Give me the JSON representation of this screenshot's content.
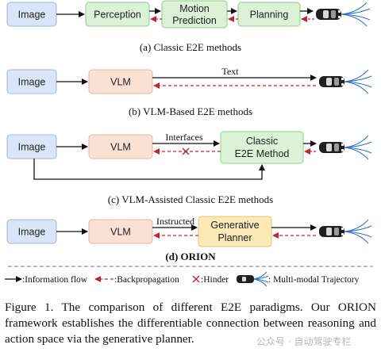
{
  "panel_a": {
    "image": "Image",
    "perception": "Perception",
    "motion_line1": "Motion",
    "motion_line2": "Prediction",
    "planning": "Planning",
    "caption": "(a) Classic E2E methods"
  },
  "panel_b": {
    "image": "Image",
    "vlm": "VLM",
    "text_label": "Text",
    "caption": "(b) VLM-Based E2E methods"
  },
  "panel_c": {
    "image": "Image",
    "vlm": "VLM",
    "interfaces": "Interfaces",
    "classic_line1": "Classic",
    "classic_line2": "E2E Method",
    "caption": "(c) VLM-Assisted Classic E2E methods"
  },
  "panel_d": {
    "image": "Image",
    "vlm": "VLM",
    "instructed": "Instructed",
    "generative_line1": "Generative",
    "generative_line2": "Planner",
    "caption": "(d) ORION"
  },
  "legend": {
    "info_flow": ":Information flow",
    "backprop": ":Backpropagation",
    "hinder": ":Hinder",
    "trajectory": ": Multi-modal Trajectory"
  },
  "caption": {
    "label": "Figure 1.",
    "text": "The comparison of different E2E paradigms. Our ORION framework establishes the differentiable connection between reasoning and action space via the generative planner."
  },
  "watermark": "公众号 · 自动驾驶专栏",
  "colors": {
    "image_fill": "#dae6f7",
    "image_stroke": "#9db6dc",
    "green_fill": "#dcf2d6",
    "green_stroke": "#96c98c",
    "vlm_fill": "#fbe0d4",
    "vlm_stroke": "#eab39e",
    "gen_fill": "#fbeab8",
    "gen_stroke": "#e2c36e",
    "backprop": "#c0282d"
  }
}
